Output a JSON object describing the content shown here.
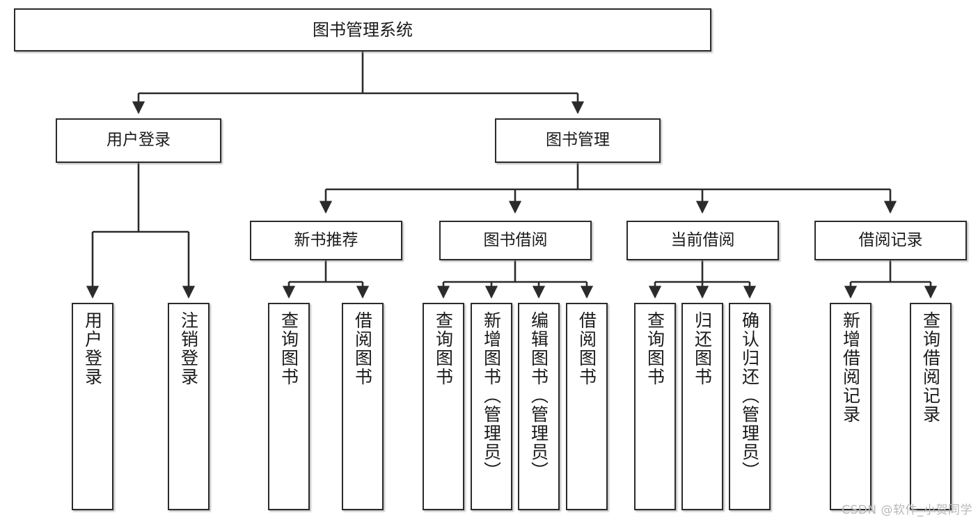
{
  "diagram": {
    "title": "图书管理系统",
    "type": "hierarchy-tree",
    "root": {
      "label": "图书管理系统"
    },
    "level2": [
      {
        "label": "用户登录"
      },
      {
        "label": "图书管理"
      }
    ],
    "level3": [
      {
        "label": "新书推荐"
      },
      {
        "label": "图书借阅"
      },
      {
        "label": "当前借阅"
      },
      {
        "label": "借阅记录"
      }
    ],
    "leaves": {
      "user_login": [
        {
          "label": "用户登录"
        },
        {
          "label": "注销登录"
        }
      ],
      "new_book_recommend": [
        {
          "label": "查询图书"
        },
        {
          "label": "借阅图书"
        }
      ],
      "book_borrow": [
        {
          "label": "查询图书"
        },
        {
          "label": "新增图书（管理员）"
        },
        {
          "label": "编辑图书（管理员）"
        },
        {
          "label": "借阅图书"
        }
      ],
      "current_borrow": [
        {
          "label": "查询图书"
        },
        {
          "label": "归还图书"
        },
        {
          "label": "确认归还（管理员）"
        }
      ],
      "borrow_record": [
        {
          "label": "新增借阅记录"
        },
        {
          "label": "查询借阅记录"
        }
      ]
    }
  },
  "watermark": {
    "text": "CSDN @软件_小贺同学"
  },
  "colors": {
    "border": "#2b2b2b",
    "background": "#ffffff",
    "text": "#1a1a1a",
    "watermark": "#b8b8b8"
  }
}
